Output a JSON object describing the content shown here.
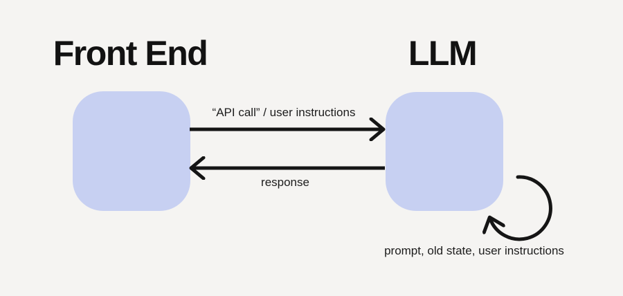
{
  "diagram": {
    "background_color": "#f5f4f2",
    "node_fill_color": "#c7d0f2",
    "line_color": "#151515",
    "nodes": [
      {
        "id": "front-end",
        "title": "Front End"
      },
      {
        "id": "llm",
        "title": "LLM"
      }
    ],
    "edges": [
      {
        "id": "api-call",
        "from": "front-end",
        "to": "llm",
        "label": "“API call” / user instructions"
      },
      {
        "id": "response",
        "from": "llm",
        "to": "front-end",
        "label": "response"
      },
      {
        "id": "self-loop",
        "from": "llm",
        "to": "llm",
        "label": "prompt, old state, user instructions"
      }
    ]
  }
}
